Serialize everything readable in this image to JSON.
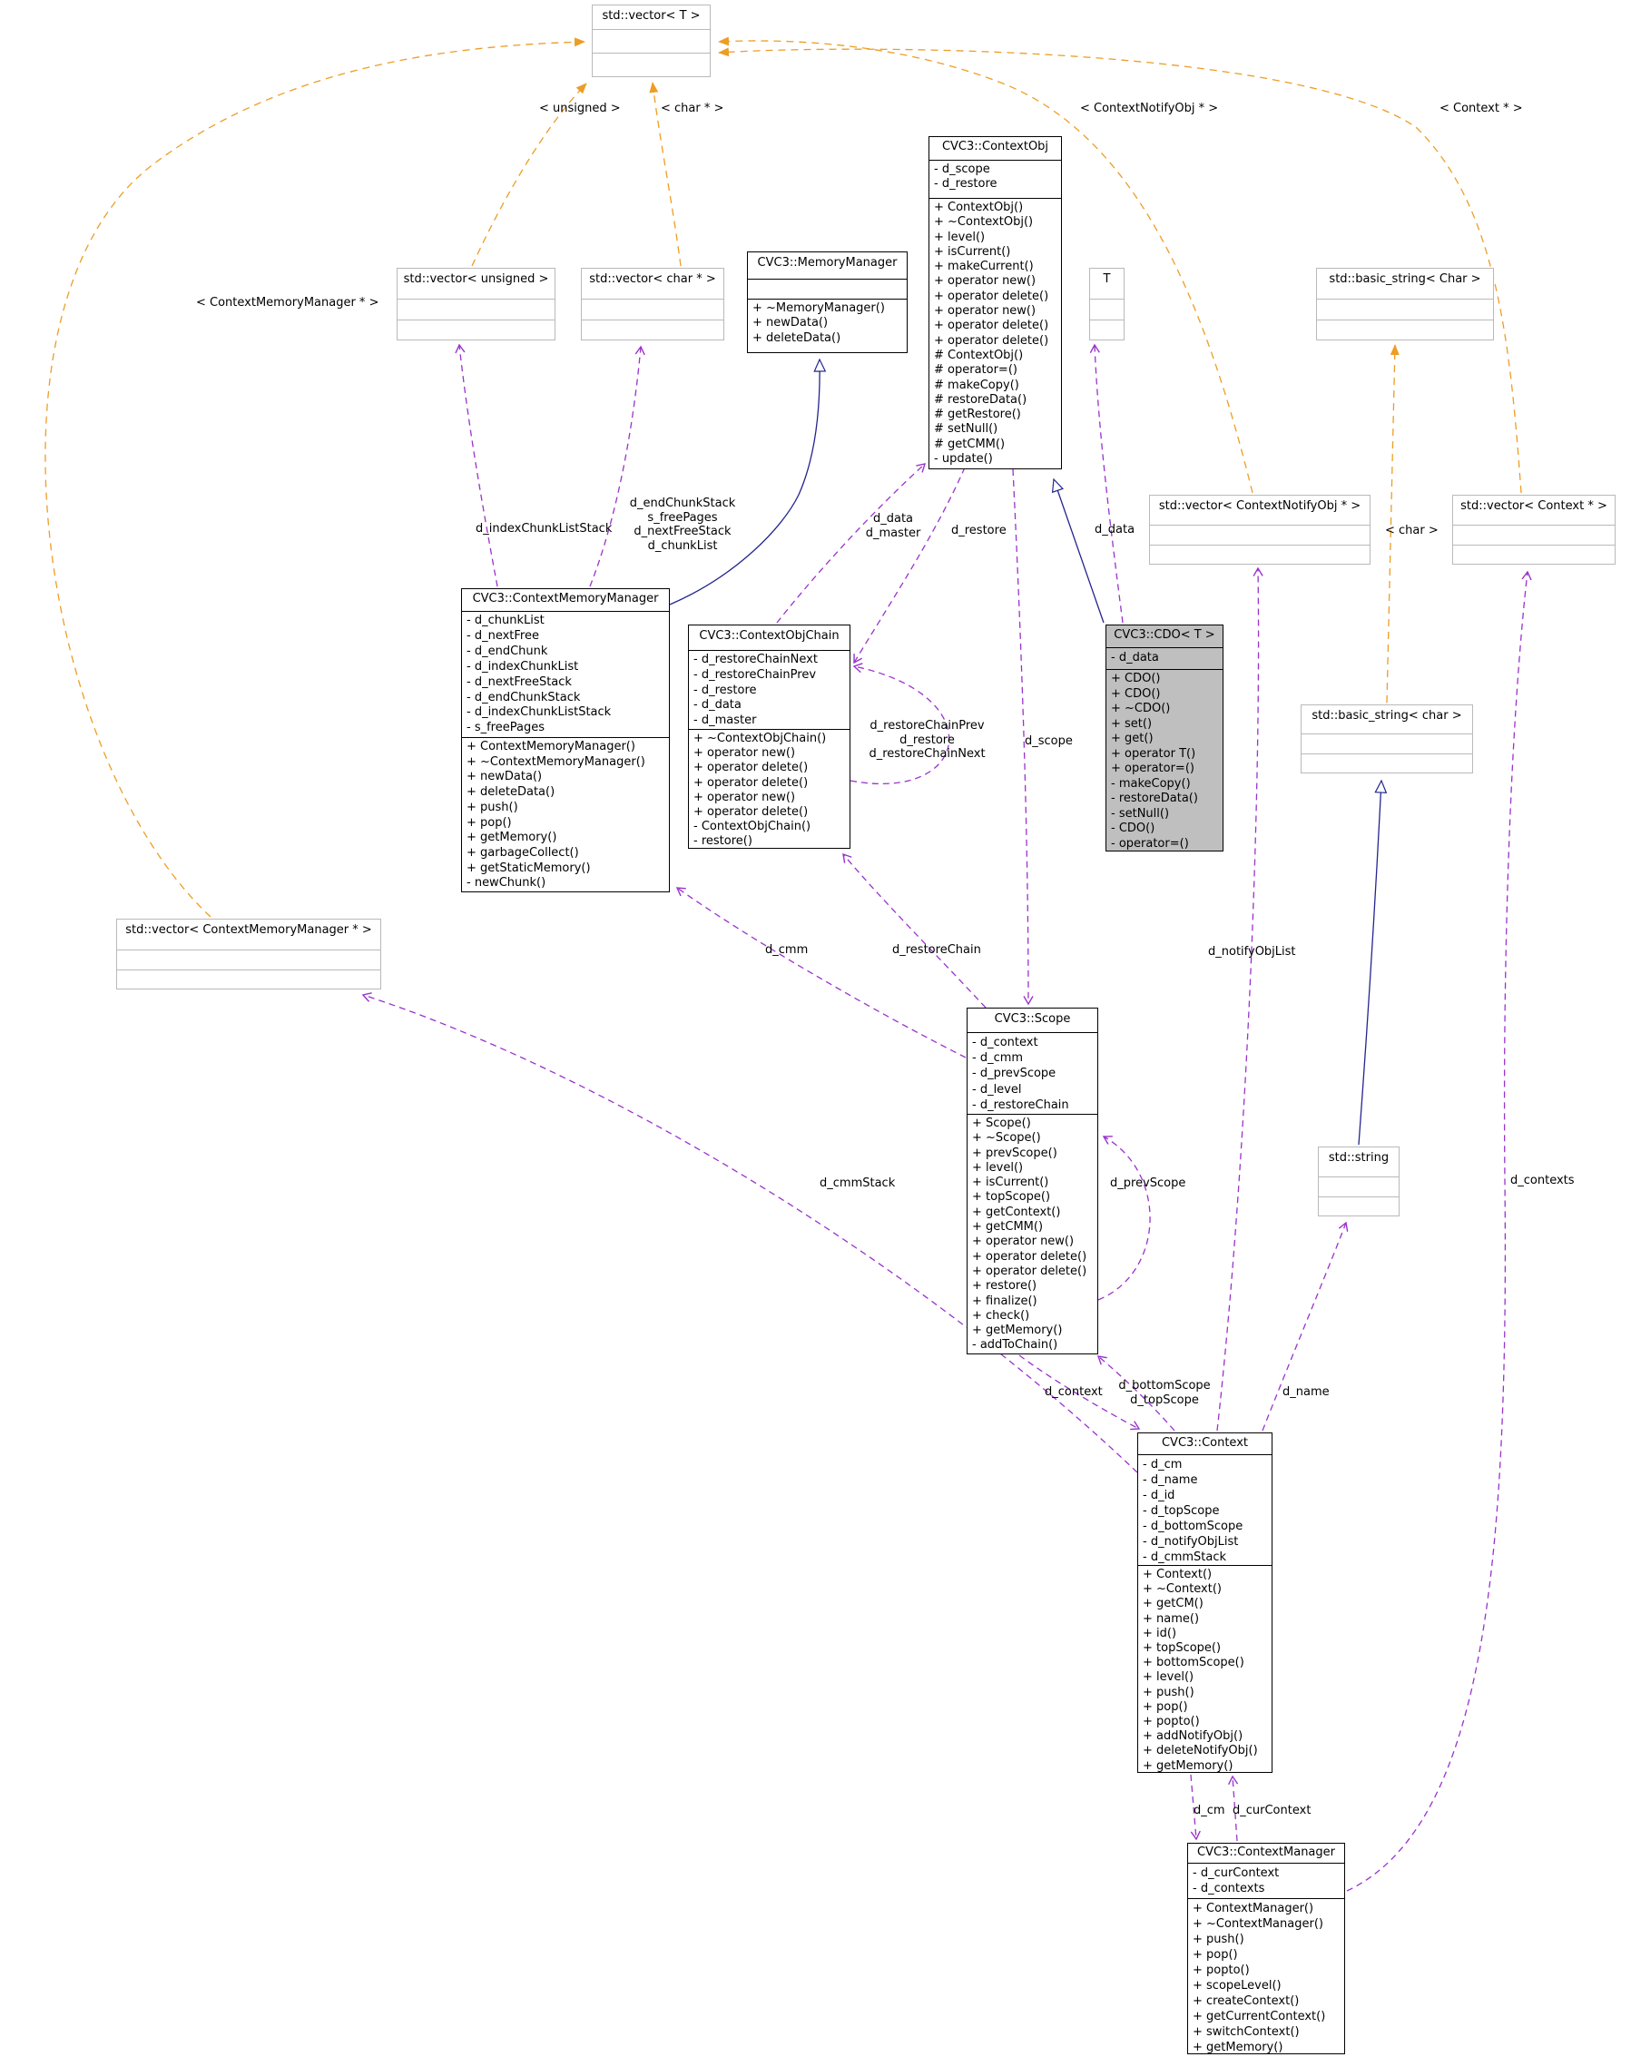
{
  "classes": {
    "vector_T": {
      "title": "std::vector< T >"
    },
    "vector_unsigned": {
      "title": "std::vector< unsigned >"
    },
    "vector_charp": {
      "title": "std::vector< char * >"
    },
    "memorymanager": {
      "title": "CVC3::MemoryManager",
      "methods": [
        "+ ~MemoryManager()",
        "+ newData()",
        "+ deleteData()"
      ]
    },
    "t_param": {
      "title": "T"
    },
    "basic_string_Char": {
      "title": "std::basic_string< Char >"
    },
    "contextobj": {
      "title": "CVC3::ContextObj",
      "attrs": [
        "- d_scope",
        "- d_restore"
      ],
      "methods": [
        "+ ContextObj()",
        "+ ~ContextObj()",
        "+ level()",
        "+ isCurrent()",
        "+ makeCurrent()",
        "+ operator new()",
        "+ operator delete()",
        "+ operator new()",
        "+ operator delete()",
        "+ operator delete()",
        "# ContextObj()",
        "# operator=()",
        "# makeCopy()",
        "# restoreData()",
        "# getRestore()",
        "# setNull()",
        "# getCMM()",
        "- update()"
      ]
    },
    "vector_notify": {
      "title": "std::vector< ContextNotifyObj * >"
    },
    "vector_contextp": {
      "title": "std::vector< Context * >"
    },
    "cmm": {
      "title": "CVC3::ContextMemoryManager",
      "attrs": [
        "- d_chunkList",
        "- d_nextFree",
        "- d_endChunk",
        "- d_indexChunkList",
        "- d_nextFreeStack",
        "- d_endChunkStack",
        "- d_indexChunkListStack",
        "- s_freePages"
      ],
      "methods": [
        "+ ContextMemoryManager()",
        "+ ~ContextMemoryManager()",
        "+ newData()",
        "+ deleteData()",
        "+ push()",
        "+ pop()",
        "+ getMemory()",
        "+ garbageCollect()",
        "+ getStaticMemory()",
        "- newChunk()"
      ]
    },
    "objchain": {
      "title": "CVC3::ContextObjChain",
      "attrs": [
        "- d_restoreChainNext",
        "- d_restoreChainPrev",
        "- d_restore",
        "- d_data",
        "- d_master"
      ],
      "methods": [
        "+ ~ContextObjChain()",
        "+ operator new()",
        "+ operator delete()",
        "+ operator delete()",
        "+ operator new()",
        "+ operator delete()",
        "- ContextObjChain()",
        "- restore()"
      ]
    },
    "cdo": {
      "title": "CVC3::CDO< T >",
      "attrs": [
        "- d_data"
      ],
      "methods": [
        "+ CDO()",
        "+ CDO()",
        "+ ~CDO()",
        "+ set()",
        "+ get()",
        "+ operator T()",
        "+ operator=()",
        "- makeCopy()",
        "- restoreData()",
        "- setNull()",
        "- CDO()",
        "- operator=()"
      ]
    },
    "basic_string_char": {
      "title": "std::basic_string< char >"
    },
    "vector_cmmp": {
      "title": "std::vector< ContextMemoryManager * >"
    },
    "scope": {
      "title": "CVC3::Scope",
      "attrs": [
        "- d_context",
        "- d_cmm",
        "- d_prevScope",
        "- d_level",
        "- d_restoreChain"
      ],
      "methods": [
        "+ Scope()",
        "+ ~Scope()",
        "+ prevScope()",
        "+ level()",
        "+ isCurrent()",
        "+ topScope()",
        "+ getContext()",
        "+ getCMM()",
        "+ operator new()",
        "+ operator delete()",
        "+ operator delete()",
        "+ restore()",
        "+ finalize()",
        "+ check()",
        "+ getMemory()",
        "- addToChain()"
      ]
    },
    "stdstring": {
      "title": "std::string"
    },
    "context": {
      "title": "CVC3::Context",
      "attrs": [
        "- d_cm",
        "- d_name",
        "- d_id",
        "- d_topScope",
        "- d_bottomScope",
        "- d_notifyObjList",
        "- d_cmmStack"
      ],
      "methods": [
        "+ Context()",
        "+ ~Context()",
        "+ getCM()",
        "+ name()",
        "+ id()",
        "+ topScope()",
        "+ bottomScope()",
        "+ level()",
        "+ push()",
        "+ pop()",
        "+ popto()",
        "+ addNotifyObj()",
        "+ deleteNotifyObj()",
        "+ getMemory()"
      ]
    },
    "contextmanager": {
      "title": "CVC3::ContextManager",
      "attrs": [
        "- d_curContext",
        "- d_contexts"
      ],
      "methods": [
        "+ ContextManager()",
        "+ ~ContextManager()",
        "+ push()",
        "+ pop()",
        "+ popto()",
        "+ scopeLevel()",
        "+ createContext()",
        "+ getCurrentContext()",
        "+ switchContext()",
        "+ getMemory()"
      ]
    }
  },
  "edge_labels": {
    "tmpl_unsigned": "< unsigned >",
    "tmpl_char_ptr": "< char * >",
    "tmpl_notify_ptr": "< ContextNotifyObj * >",
    "tmpl_context_ptr": "< Context * >",
    "tmpl_cmm_ptr": "< ContextMemoryManager * >",
    "tmpl_char": "< char >",
    "d_indexChunkListStack": "d_indexChunkListStack",
    "chunk_group": [
      "d_endChunkStack",
      "s_freePages",
      "d_nextFreeStack",
      "d_chunkList"
    ],
    "data_master_group": [
      "d_data",
      "d_master"
    ],
    "d_restore_upper": "d_restore",
    "d_data_cdo": "d_data",
    "restore_chain_group": [
      "d_restoreChainPrev",
      "d_restore",
      "d_restoreChainNext"
    ],
    "d_scope": "d_scope",
    "d_cmm": "d_cmm",
    "d_restoreChain": "d_restoreChain",
    "d_notifyObjList": "d_notifyObjList",
    "d_cmmStack": "d_cmmStack",
    "d_prevScope": "d_prevScope",
    "d_contexts": "d_contexts",
    "d_context": "d_context",
    "scope_pair_group": [
      "d_bottomScope",
      "d_topScope"
    ],
    "d_name": "d_name",
    "d_cm": "d_cm",
    "d_curContext": "d_curContext"
  },
  "colors": {
    "template_edge": "#ED9D24",
    "usage_edge": "#9A32CD",
    "inherit_edge": "#24258F",
    "highlight_fill": "#BFBFBF",
    "std_border": "#B9B9B9"
  }
}
